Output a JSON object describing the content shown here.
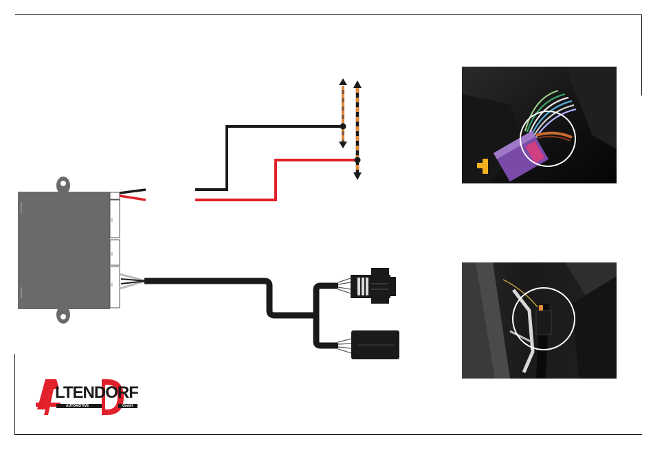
{
  "diagram": {
    "module": {
      "name": "control-module"
    },
    "wires": {
      "power": {
        "colors": [
          "#1a1a1a",
          "#e0202a"
        ]
      },
      "harness": {
        "color": "#1a1a1a"
      },
      "twisted_pair": {
        "colors": [
          "#d97a2a",
          "#1a1a1a"
        ]
      }
    },
    "connectors": [
      "plug-connector",
      "socket-connector"
    ]
  },
  "photos": [
    {
      "name": "photo-connector-location",
      "highlight": "circle"
    },
    {
      "name": "photo-harness-location",
      "highlight": "circle"
    }
  ],
  "logo": {
    "brand": "LTENDORF",
    "tagline": "AUTOMOTIVE",
    "suffix": "GmbH",
    "colors": {
      "red": "#e0202a",
      "black": "#1a1a1a"
    }
  }
}
